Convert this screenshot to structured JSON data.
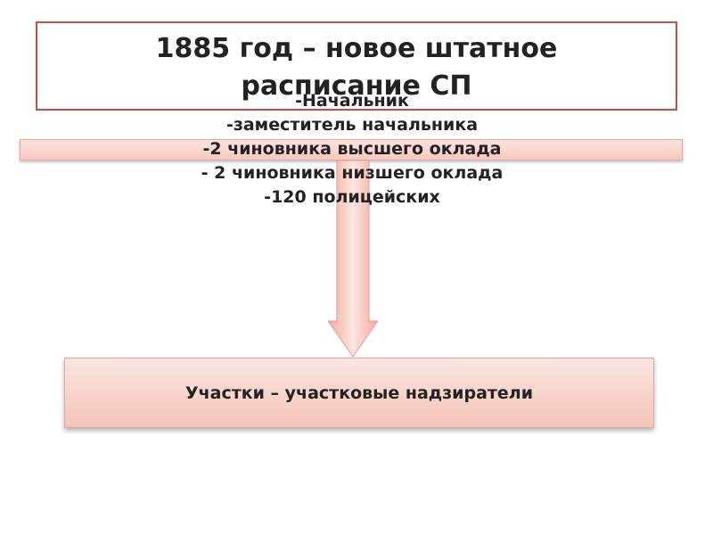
{
  "title": {
    "line1": "1885 год – новое штатное",
    "line2": "расписание СП"
  },
  "staff_list": [
    "-Начальник",
    "-заместитель начальника",
    "-2 чиновника высшего оклада",
    "- 2 чиновника низшего оклада",
    "-120 полицейских"
  ],
  "bottom_box": {
    "label": "Участки – участковые надзиратели"
  },
  "colors": {
    "title_border": "#c0504d",
    "box_fill": "#f5c4b8",
    "arrow_fill": "#f4b8ad"
  }
}
